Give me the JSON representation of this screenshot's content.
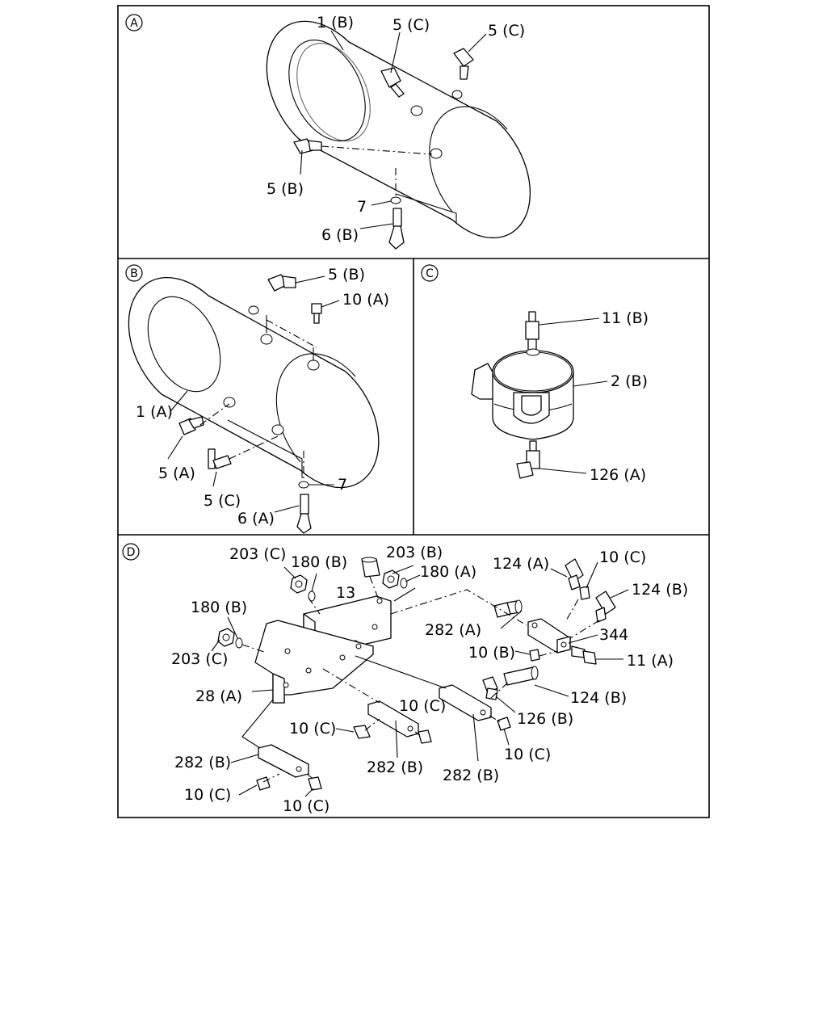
{
  "panels": {
    "a": {
      "letter": "A",
      "labels": {
        "tank": "1 (B)",
        "elbow_top": "5 (C)",
        "elbow_right": "5 (C)",
        "elbow_left": "5 (B)",
        "washer": "7",
        "drain": "6 (B)"
      }
    },
    "b": {
      "letter": "B",
      "labels": {
        "elbow_top": "5 (B)",
        "bolt": "10 (A)",
        "tank": "1 (A)",
        "elbow_a": "5 (A)",
        "elbow_c": "5 (C)",
        "washer": "7",
        "drain": "6 (A)"
      }
    },
    "c": {
      "letter": "C",
      "labels": {
        "fitting_top": "11 (B)",
        "body": "2 (B)",
        "fitting_bottom": "126 (A)"
      }
    },
    "d": {
      "letter": "D",
      "labels": {
        "nut_top_left": "203 (C)",
        "washer_top_left": "180 (B)",
        "nut_top_mid": "203 (B)",
        "washer_top_mid": "180 (A)",
        "bracket_13": "13",
        "switch_124a": "124 (A)",
        "plug_10c_top": "10 (C)",
        "switch_124b_top": "124 (B)",
        "washer_left": "180 (B)",
        "connector_282a": "282 (A)",
        "block_344": "344",
        "nut_left": "203 (C)",
        "plug_10b": "10 (B)",
        "fitting_11a": "11 (A)",
        "bracket_28a": "28 (A)",
        "switch_124b_mid": "124 (B)",
        "elbow_126b": "126 (B)",
        "plug_10c_mid_right": "10 (C)",
        "plug_10c_mid_left": "10 (C)",
        "plug_10c_right": "10 (C)",
        "block_282b_left": "282 (B)",
        "block_282b_mid": "282 (B)",
        "block_282b_right": "282 (B)",
        "plug_10c_bottom_left": "10 (C)",
        "plug_10c_bottom_right": "10 (C)"
      }
    }
  }
}
